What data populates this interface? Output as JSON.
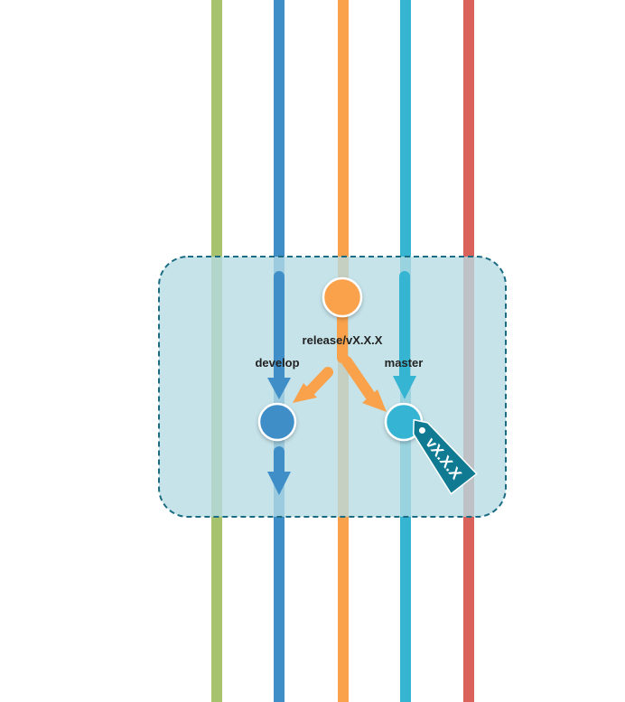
{
  "colors": {
    "feature_lane": "#a7c36d",
    "develop": "#3f8ec8",
    "release": "#f9a24b",
    "master": "#36b5d3",
    "hotfix": "#d9635b",
    "focus_box_fill": "#b6dbe4",
    "focus_box_border": "#1b6c82",
    "tag": "#0f7a92"
  },
  "labels": {
    "release": "release/vX.X.X",
    "develop": "develop",
    "master": "master",
    "tag": "vX.X.X"
  },
  "icons": {
    "tag": "tag-icon"
  }
}
